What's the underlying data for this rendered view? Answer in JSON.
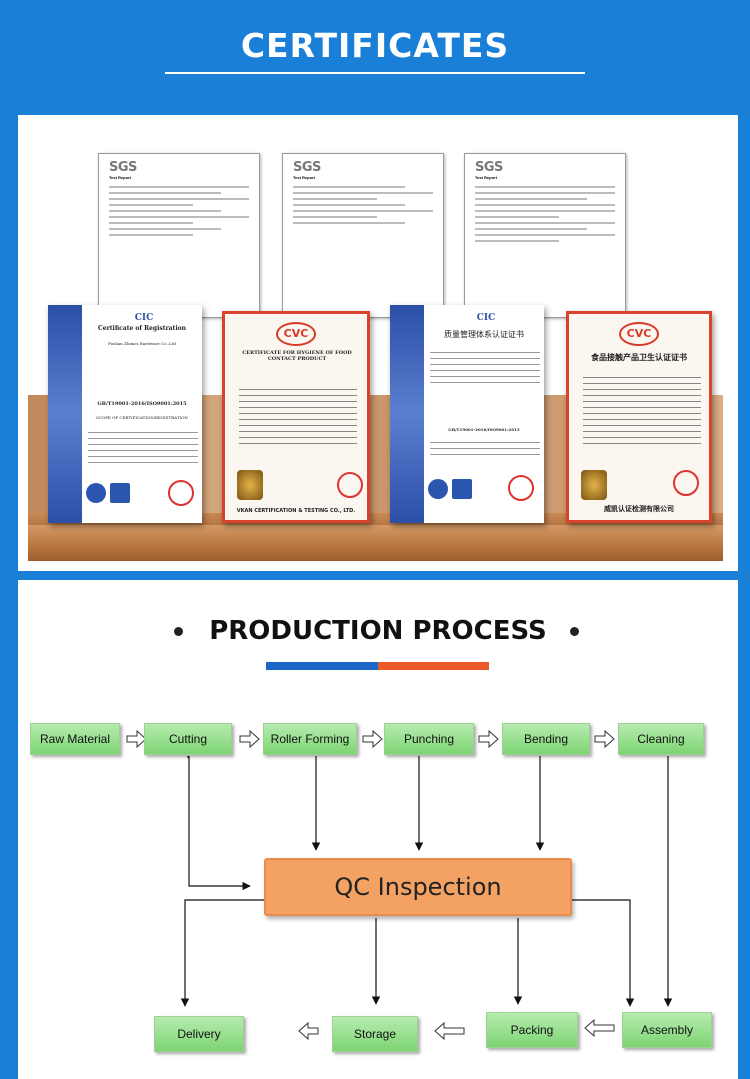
{
  "header": {
    "title": "CERTIFICATES"
  },
  "certificates": {
    "sgs_reports": [
      {
        "logo": "SGS",
        "heading": "Test Report"
      },
      {
        "logo": "SGS",
        "heading": "Test Report"
      },
      {
        "logo": "SGS",
        "heading": "Test Report"
      }
    ],
    "cic_registration": {
      "logo": "CIC",
      "title": "Certificate of Registration",
      "company": "Foshan Zhimei Hardware Co.,Ltd",
      "standard": "GB/T19001-2016/ISO9001:2015",
      "scope": "SCOPE OF CERTIFICATION/REGISTRATION"
    },
    "cvc_hygiene_en": {
      "logo": "CVC",
      "title": "CERTIFICATE FOR HYGIENE OF FOOD CONTACT PRODUCT",
      "footer": "VKAN CERTIFICATION & TESTING CO., LTD."
    },
    "cic_quality_cn": {
      "logo": "CIC",
      "title": "质量管理体系认证证书",
      "standard": "GB/T19001-2016/ISO9001:2015"
    },
    "cvc_hygiene_cn": {
      "logo": "CVC",
      "title": "食品接触产品卫生认证证书",
      "footer": "威凯认证检测有限公司"
    }
  },
  "production": {
    "title": "PRODUCTION PROCESS",
    "steps_top": [
      "Raw Material",
      "Cutting",
      "Roller Forming",
      "Punching",
      "Bending",
      "Cleaning"
    ],
    "qc": "QC Inspection",
    "steps_bottom": [
      "Delivery",
      "Storage",
      "Packing",
      "Assembly"
    ]
  },
  "colors": {
    "brand_blue": "#1a7fd6",
    "accent_orange": "#ec5a2a",
    "step_green": "#7dd472",
    "qc_orange": "#f4a263"
  }
}
